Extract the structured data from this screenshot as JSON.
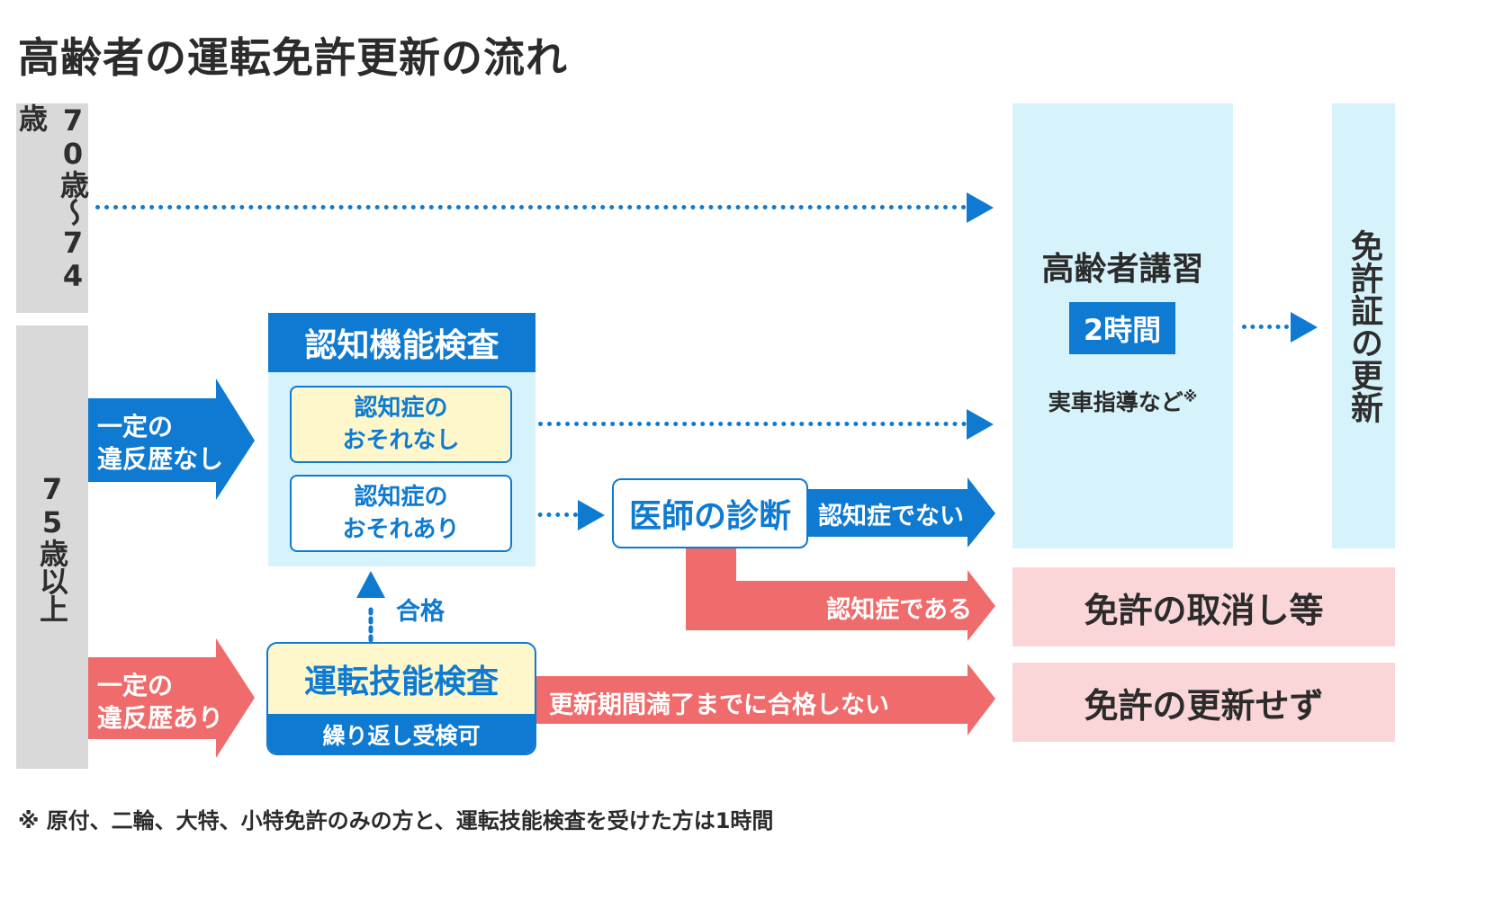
{
  "title": "高齢者の運転免許更新の流れ",
  "age_groups": {
    "group1": "70歳〜74歳",
    "group2": "75歳以上"
  },
  "conditions": {
    "no_violation": "一定の\n違反歴なし",
    "with_violation": "一定の\n違反歴あり"
  },
  "cognitive_test": {
    "title": "認知機能検査",
    "option_no_risk": "認知症の\nおそれなし",
    "option_risk": "認知症の\nおそれあり"
  },
  "driving_test": {
    "title": "運転技能検査",
    "subtitle": "繰り返し受検可",
    "pass_label": "合格",
    "fail_label": "更新期間満了までに合格しない"
  },
  "diagnosis": {
    "title": "医師の診断",
    "not_dementia": "認知症でない",
    "dementia": "認知症である"
  },
  "lecture": {
    "title": "高齢者講習",
    "duration": "2時間",
    "detail": "実車指導など",
    "mark": "※"
  },
  "renewal": "免許証の更新",
  "outcomes": {
    "revoke": "免許の取消し等",
    "no_renew": "免許の更新せず"
  },
  "footnote": "※ 原付、二輪、大特、小特免許のみの方と、運転技能検査を受けた方は1時間",
  "colors": {
    "blue": "#0e7ad1",
    "light_blue": "#d6f3fb",
    "red": "#f06b6b",
    "pink": "#fbd6d9",
    "cream": "#fdf7cb",
    "gray": "#d9d9d9"
  }
}
